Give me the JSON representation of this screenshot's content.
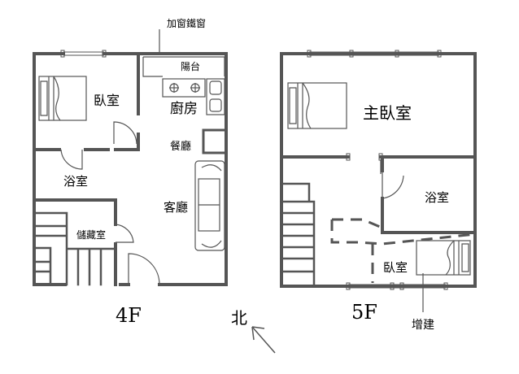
{
  "floors": [
    {
      "label": "4F",
      "rooms": {
        "bedroom": "臥室",
        "balcony": "陽台",
        "kitchen": "廚房",
        "dining": "餐廳",
        "bathroom": "浴室",
        "living": "客廳",
        "storage": "儲藏室"
      },
      "window_note": "加窗鐵窗"
    },
    {
      "label": "5F",
      "rooms": {
        "master_bedroom": "主臥室",
        "bathroom": "浴室",
        "bedroom": "臥室"
      },
      "extension_note": "增建"
    }
  ],
  "compass": {
    "label": "北",
    "icon": "north-arrow-icon"
  }
}
